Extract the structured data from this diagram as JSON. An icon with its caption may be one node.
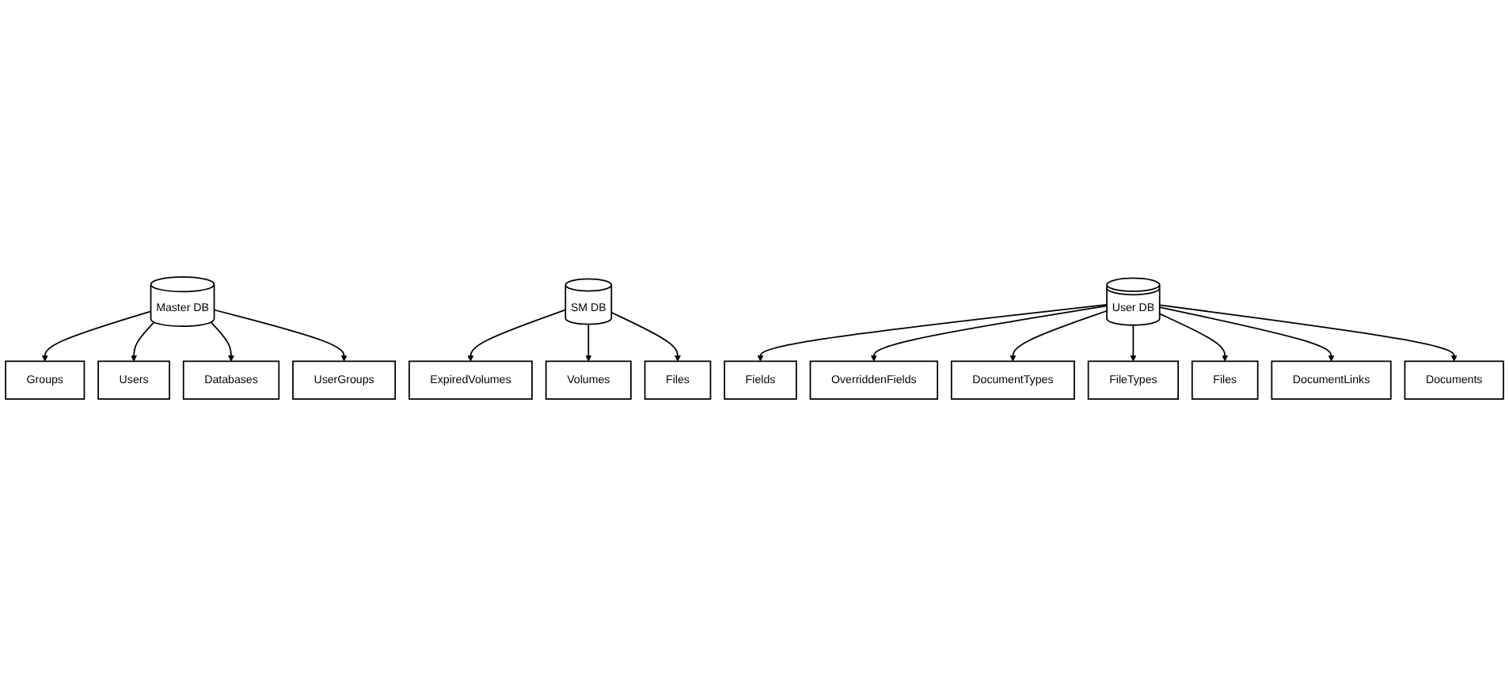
{
  "diagram": {
    "nodes": [
      {
        "text": [
          "Master DB"
        ]
      },
      {
        "text": [
          "Groups"
        ]
      },
      {
        "text": [
          "Users"
        ]
      },
      {
        "text": [
          "Databases"
        ]
      },
      {
        "text": [
          "UserGroups"
        ]
      },
      {
        "text": [
          "SM DB"
        ]
      },
      {
        "text": [
          "ExpiredVolumes"
        ]
      },
      {
        "text": [
          "Volumes"
        ]
      },
      {
        "text": [
          "Files"
        ]
      },
      {
        "text": [
          "User DB"
        ]
      },
      {
        "text": [
          "Fields"
        ]
      },
      {
        "text": [
          "OverriddenFields"
        ]
      },
      {
        "text": [
          "DocumentTypes"
        ]
      },
      {
        "text": [
          "FileTypes"
        ]
      },
      {
        "text": [
          "Files"
        ]
      },
      {
        "text": [
          "DocumentLinks"
        ]
      },
      {
        "text": [
          "Documents"
        ]
      }
    ],
    "edges": [
      {
        "from": 0,
        "to": 1,
        "arrow": "to"
      },
      {
        "from": 0,
        "to": 2,
        "arrow": "to"
      },
      {
        "from": 0,
        "to": 3,
        "arrow": "to"
      },
      {
        "from": 0,
        "to": 4,
        "arrow": "to"
      },
      {
        "from": 5,
        "to": 6,
        "arrow": "to"
      },
      {
        "from": 5,
        "to": 7,
        "arrow": "to"
      },
      {
        "from": 5,
        "to": 8,
        "arrow": "to"
      },
      {
        "from": 9,
        "to": 10,
        "arrow": "to"
      },
      {
        "from": 9,
        "to": 11,
        "arrow": "to"
      },
      {
        "from": 9,
        "to": 12,
        "arrow": "to"
      },
      {
        "from": 9,
        "to": 13,
        "arrow": "to"
      },
      {
        "from": 9,
        "to": 14,
        "arrow": "to"
      },
      {
        "from": 9,
        "to": 15,
        "arrow": "to"
      },
      {
        "from": 9,
        "to": 16,
        "arrow": "to"
      }
    ]
  }
}
